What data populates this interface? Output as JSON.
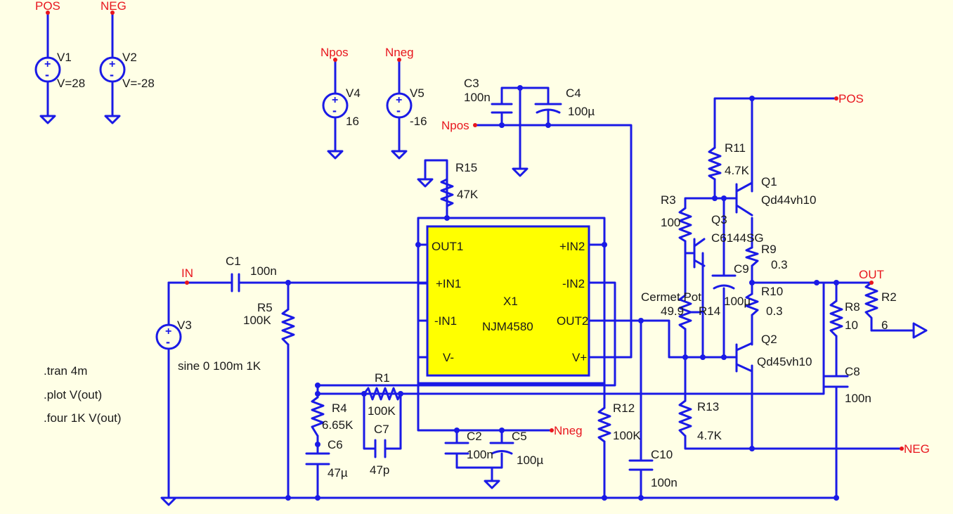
{
  "colors": {
    "background": "#FFFFE6",
    "wire": "#1A1AE6",
    "net_label": "#E8161E",
    "ic_body": "#FFFF00",
    "text": "#1a1a1a"
  },
  "nets": {
    "pos_top": "POS",
    "neg_top": "NEG",
    "npos": "Npos",
    "nneg": "Nneg",
    "npos_c3": "Npos",
    "in": "IN",
    "pos_right": "POS",
    "out": "OUT",
    "neg_right": "NEG",
    "nneg_c2": "Nneg"
  },
  "sources": {
    "v1": {
      "name": "V1",
      "value": "V=28"
    },
    "v2": {
      "name": "V2",
      "value": "V=-28"
    },
    "v4": {
      "name": "V4",
      "value": "16"
    },
    "v5": {
      "name": "V5",
      "value": "-16"
    },
    "v3": {
      "name": "V3",
      "value": "sine 0 100m 1K"
    }
  },
  "ic": {
    "name": "X1",
    "part": "NJM4580",
    "pins": {
      "out1": "OUT1",
      "in1p": "+IN1",
      "in1n": "-IN1",
      "vneg": "V-",
      "in2p": "+IN2",
      "in2n": "-IN2",
      "out2": "OUT2",
      "vpos": "V+"
    }
  },
  "components": {
    "c1": {
      "name": "C1",
      "value": "100n"
    },
    "c3": {
      "name": "C3",
      "value": "100n"
    },
    "c4": {
      "name": "C4",
      "value": "100µ"
    },
    "r15": {
      "name": "R15",
      "value": "47K"
    },
    "r5": {
      "name": "R5",
      "value": "100K"
    },
    "r1": {
      "name": "R1",
      "value": "100K"
    },
    "r4": {
      "name": "R4",
      "value": "6.65K"
    },
    "c7": {
      "name": "C7",
      "value": "47p"
    },
    "c6": {
      "name": "C6",
      "value": "47µ"
    },
    "c2": {
      "name": "C2",
      "value": "100n"
    },
    "c5": {
      "name": "C5",
      "value": "100µ"
    },
    "r12": {
      "name": "R12",
      "value": "100K"
    },
    "c10": {
      "name": "C10",
      "value": "100n"
    },
    "r11": {
      "name": "R11",
      "value": "4.7K"
    },
    "q1": {
      "name": "Q1",
      "value": "Qd44vh10"
    },
    "r3": {
      "name": "R3",
      "value": "100"
    },
    "q3": {
      "name": "Q3",
      "value": "C6144SG"
    },
    "r9": {
      "name": "R9",
      "value": "0.3"
    },
    "c9": {
      "name": "C9",
      "value": "100µ"
    },
    "r10": {
      "name": "R10",
      "value": "0.3"
    },
    "r14": {
      "name": "R14",
      "label": "Cermet Pot",
      "value": "49.9"
    },
    "q2": {
      "name": "Q2",
      "value": "Qd45vh10"
    },
    "r13": {
      "name": "R13",
      "value": "4.7K"
    },
    "r8": {
      "name": "R8",
      "value": "10"
    },
    "r2": {
      "name": "R2",
      "value": "6"
    },
    "c8": {
      "name": "C8",
      "value": "100n"
    }
  },
  "directives": [
    ".tran 4m",
    ".plot V(out)",
    ".four 1K V(out)"
  ]
}
